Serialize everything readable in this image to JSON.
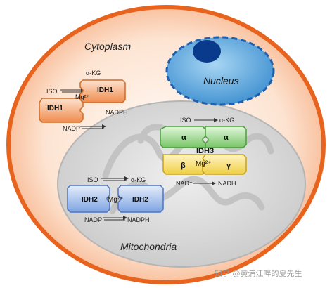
{
  "cell": {
    "cytoplasm_label": "Cytoplasm",
    "nucleus_label": "Nucleus",
    "mitochondria_label": "Mitochondria"
  },
  "idh1": {
    "left": "IDH1",
    "right": "IDH1",
    "cofactor": "Mg²⁺",
    "substrate": "ISO",
    "product": "α-KG",
    "cosubstrate": "NADP",
    "coproduct": "NADPH"
  },
  "idh2": {
    "left": "IDH2",
    "right": "IDH2",
    "cofactor": "Mg²⁺",
    "substrate": "ISO",
    "product": "α-KG",
    "cosubstrate": "NADP",
    "coproduct": "NADPH"
  },
  "idh3": {
    "title": "IDH3",
    "alpha_left": "α",
    "alpha_right": "α",
    "beta": "β",
    "gamma": "γ",
    "cofactor": "Mg²⁺",
    "substrate": "ISO",
    "product": "α-KG",
    "cosubstrate": "NAD⁺",
    "coproduct": "NADH"
  },
  "watermark": "知乎 @黄浦江畔的夏先生",
  "colors": {
    "cell_border": "#e8641e",
    "cytoplasm_fill": "#fde9dc",
    "nucleus_fill": "#5aa6dc",
    "nucleolus": "#0a3a8c",
    "mito_fill": "#d6d6d6",
    "idh1": "#f3a06a",
    "idh2": "#8fb0e6",
    "idh3_alpha": "#8fd080",
    "idh3_betagamma": "#f3d860"
  }
}
